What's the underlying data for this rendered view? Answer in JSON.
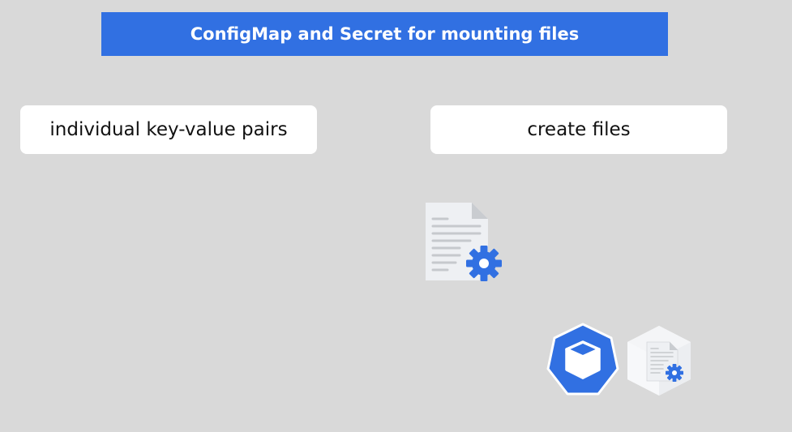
{
  "header": {
    "title": "ConfigMap and Secret for mounting files"
  },
  "cards": {
    "left_label": "individual key-value pairs",
    "right_label": "create files"
  },
  "icons": {
    "document": "document-gear-icon",
    "kubernetes": "kubernetes-cube-icon",
    "config_package": "config-package-icon"
  },
  "colors": {
    "background": "#d9d9d9",
    "accent": "#3170e2",
    "card": "#ffffff",
    "document_paper": "#eef0f3",
    "document_lines": "#c6c9cd"
  }
}
